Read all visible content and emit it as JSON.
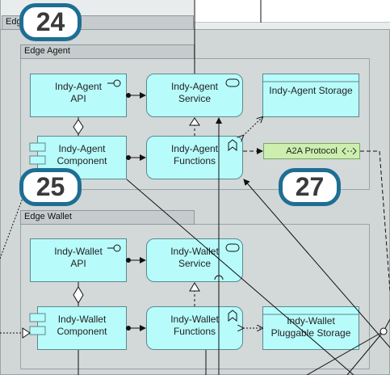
{
  "groups": {
    "edge": {
      "tab": "Edg"
    },
    "agent": {
      "tab": "Edge Agent"
    },
    "wallet": {
      "tab": "Edge Wallet"
    }
  },
  "nodes": {
    "agent_api": "Indy-Agent\nAPI",
    "agent_service": "Indy-Agent\nService",
    "agent_storage": "Indy-Agent Storage",
    "agent_component": "Indy-Agent\nComponent",
    "agent_functions": "Indy-Agent\nFunctions",
    "a2a_protocol": "A2A Protocol",
    "wallet_api": "Indy-Wallet\nAPI",
    "wallet_service": "Indy-Wallet\nService",
    "wallet_component": "Indy-Wallet\nComponent",
    "wallet_functions": "Indy-Wallet\nFunctions",
    "wallet_storage": "Indy-Wallet\nPluggable Storage"
  },
  "callouts": [
    "24",
    "25",
    "27"
  ],
  "icons": {
    "interface": "interface-icon",
    "service": "service-icon",
    "function": "function-icon",
    "component": "component-icon",
    "interaction": "interaction-icon"
  },
  "colors": {
    "element_fill": "#b8fbfb",
    "group_fill": "#d3d8d9",
    "protocol_fill": "#ccefb0",
    "callout_border": "#1e6e94"
  }
}
